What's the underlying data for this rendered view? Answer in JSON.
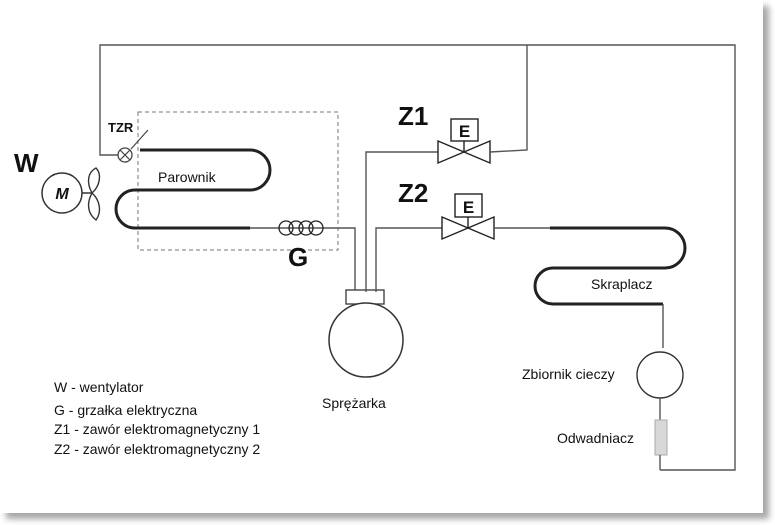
{
  "labels": {
    "fan": "W",
    "motor": "M",
    "thermostat": "TZR",
    "evaporator": "Parownik",
    "heater": "G",
    "compressor": "Sprężarka",
    "valve1": "Z1",
    "valve2": "Z2",
    "valve_coil": "E",
    "condenser": "Skraplacz",
    "receiver": "Zbiornik cieczy",
    "drier": "Odwadniacz"
  },
  "legend": [
    "W - wentylator",
    "G - grzałka elektryczna",
    "Z1 - zawór elektromagnetyczny 1",
    "Z2 - zawór elektromagnetyczny 2"
  ]
}
